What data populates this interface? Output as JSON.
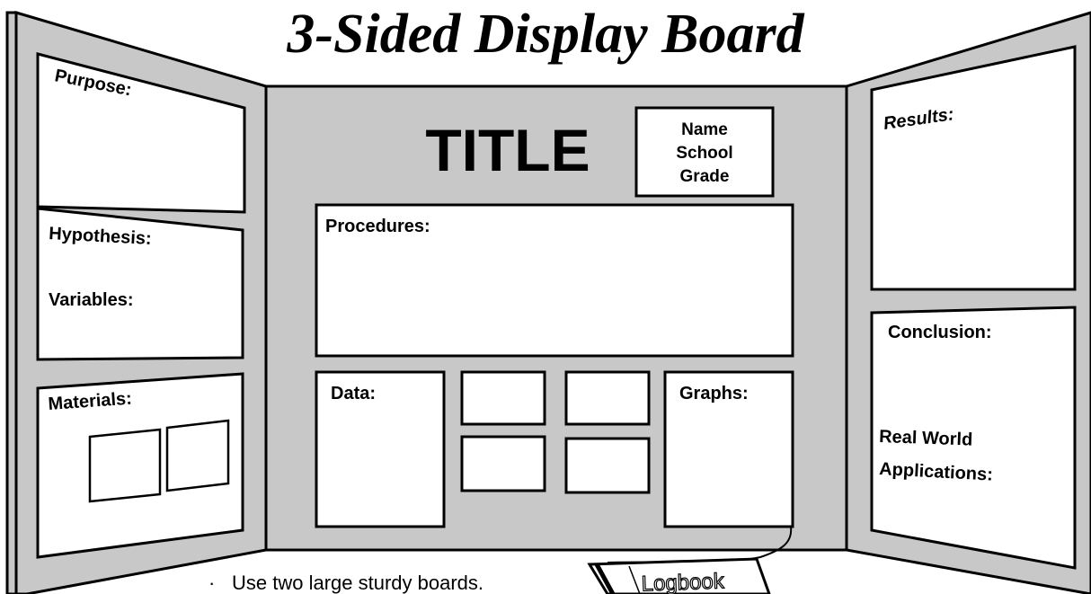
{
  "heading": "3-Sided Display Board",
  "center_panel": {
    "title": "TITLE",
    "name_box": [
      "Name",
      "School",
      "Grade"
    ],
    "procedures": "Procedures:",
    "data": "Data:",
    "graphs": "Graphs:"
  },
  "left_panel": {
    "purpose": "Purpose:",
    "hypothesis": "Hypothesis:",
    "variables": "Variables:",
    "materials": "Materials:"
  },
  "right_panel": {
    "results": "Results:",
    "conclusion": "Conclusion:",
    "real_world_line1": "Real World",
    "real_world_line2": "Applications:"
  },
  "logbook": "Logbook",
  "tip": "Use two large sturdy boards.",
  "colors": {
    "board": "#c8c8c8",
    "box": "#ffffff",
    "outline": "#000000"
  }
}
